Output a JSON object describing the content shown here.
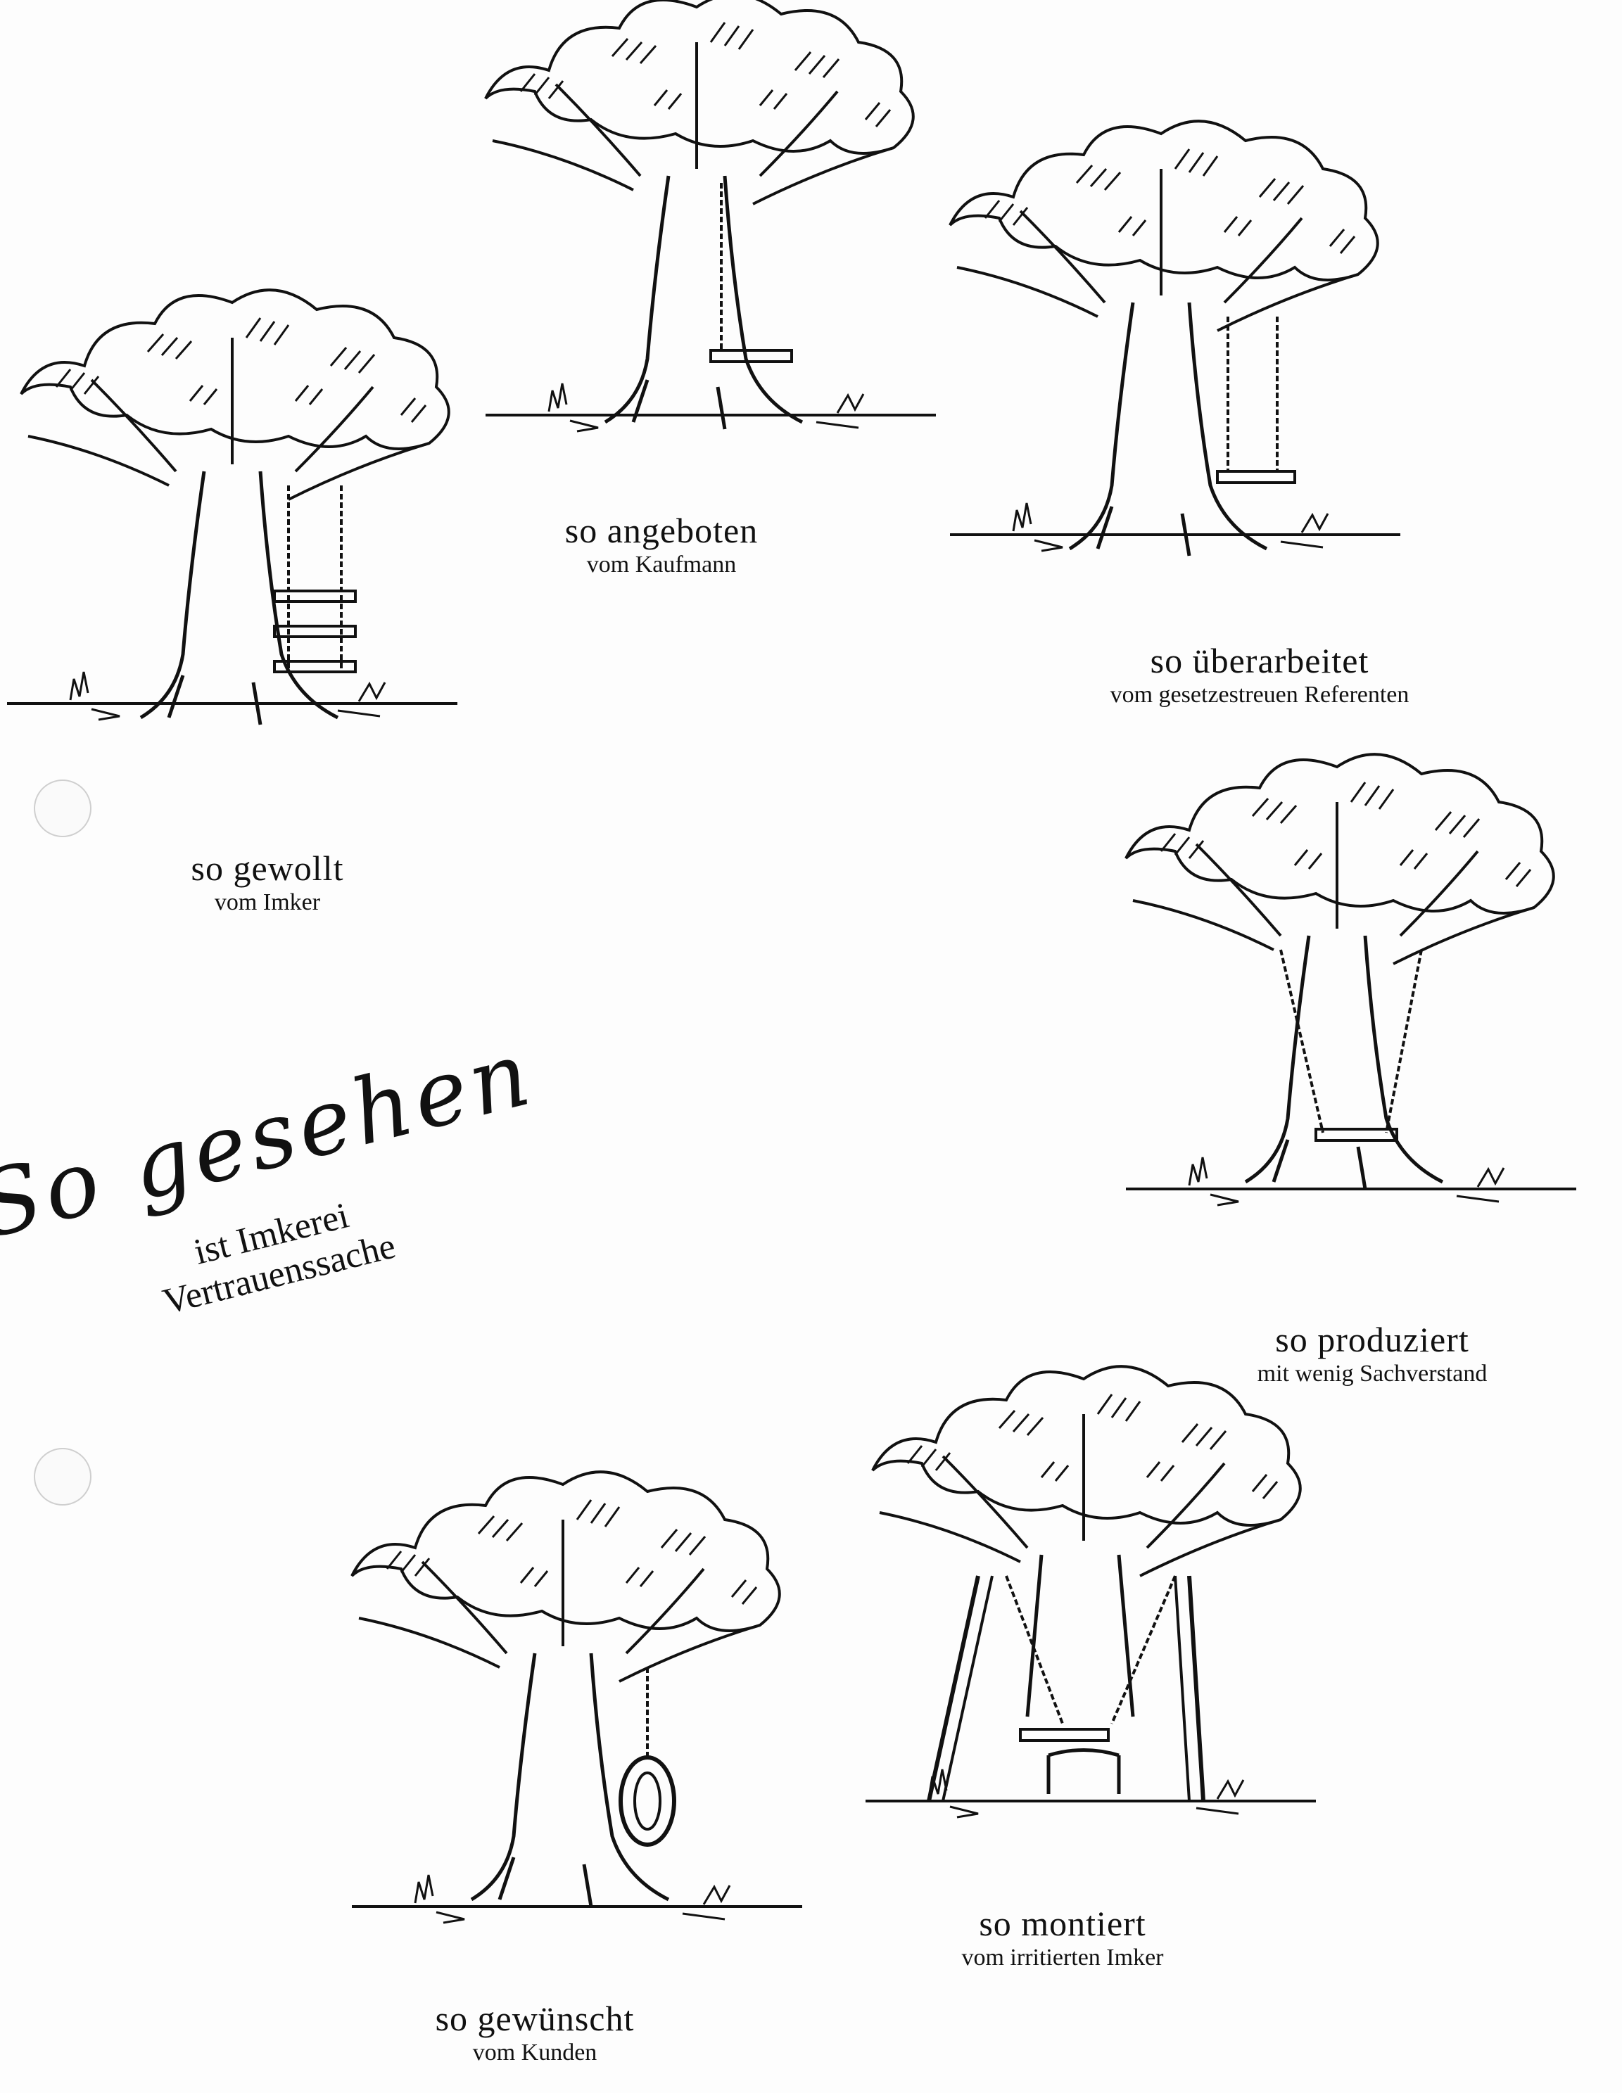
{
  "captions": [
    {
      "main": "so angeboten",
      "sub": "vom Kaufmann"
    },
    {
      "main": "so überarbeitet",
      "sub": "vom gesetzestreuen Referenten"
    },
    {
      "main": "so gewollt",
      "sub": "vom Imker"
    },
    {
      "main": "so produziert",
      "sub": "mit wenig Sachverstand"
    },
    {
      "main": "so montiert",
      "sub": "vom irritierten Imker"
    },
    {
      "main": "so gewünscht",
      "sub": "vom Kunden"
    }
  ],
  "slogan": {
    "script": "So gesehen",
    "line1": "ist Imkerei",
    "line2": "Vertrauenssache"
  }
}
